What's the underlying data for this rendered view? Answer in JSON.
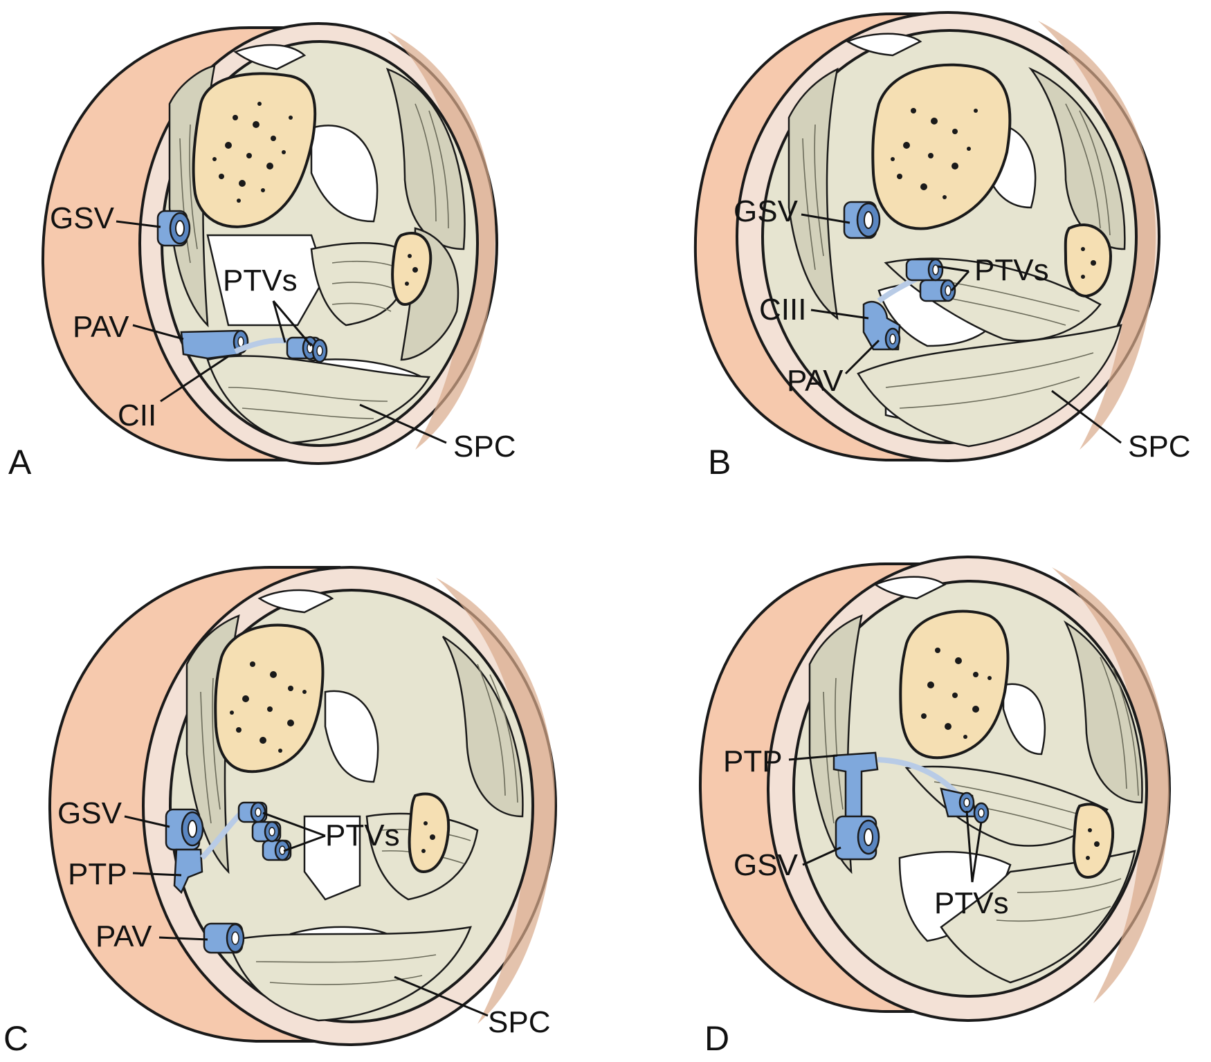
{
  "colors": {
    "skin": "#f6c9ad",
    "skin_dark": "#d9a98a",
    "fascia": "#f3e1d6",
    "muscle": "#e6e4d0",
    "muscle_dark": "#d3d1bb",
    "bone": "#f5dfb3",
    "vein": "#7fa8dc",
    "vein_dark": "#5a86c1",
    "void": "#ffffff",
    "ink": "#1a1a1a"
  },
  "panels": [
    {
      "letter": "A",
      "labels": {
        "gsv": "GSV",
        "ptvs": "PTVs",
        "pav": "PAV",
        "perforator": "CII",
        "spc": "SPC"
      }
    },
    {
      "letter": "B",
      "labels": {
        "gsv": "GSV",
        "ptvs": "PTVs",
        "perforator": "CIII",
        "pav": "PAV",
        "spc": "SPC"
      }
    },
    {
      "letter": "C",
      "labels": {
        "gsv": "GSV",
        "ptp": "PTP",
        "pav": "PAV",
        "ptvs": "PTVs",
        "spc": "SPC"
      }
    },
    {
      "letter": "D",
      "labels": {
        "ptp": "PTP",
        "gsv": "GSV",
        "ptvs": "PTVs"
      }
    }
  ]
}
